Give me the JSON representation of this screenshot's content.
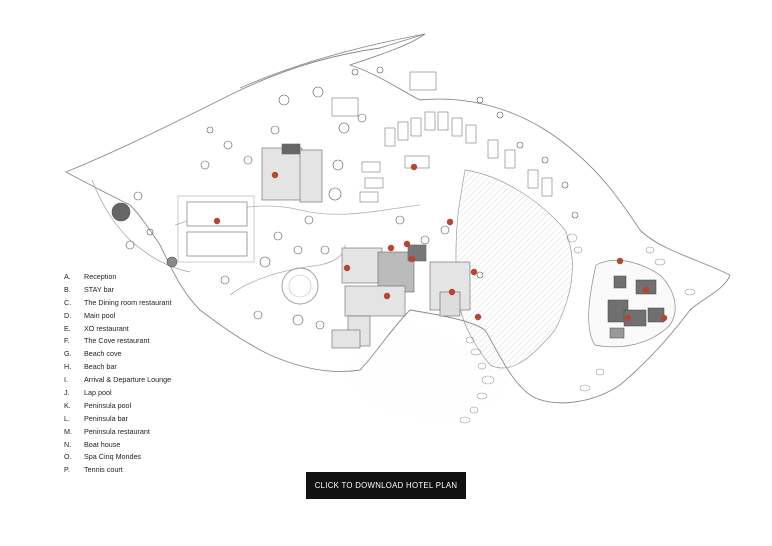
{
  "legend": [
    {
      "letter": "A.",
      "name": "Reception"
    },
    {
      "letter": "B.",
      "name": "STAY bar"
    },
    {
      "letter": "C.",
      "name": "The Dining room restaurant"
    },
    {
      "letter": "D.",
      "name": "Main pool"
    },
    {
      "letter": "E.",
      "name": "XO restaurant"
    },
    {
      "letter": "F.",
      "name": "The Cove restaurant"
    },
    {
      "letter": "G.",
      "name": "Beach cove"
    },
    {
      "letter": "H.",
      "name": "Beach bar"
    },
    {
      "letter": "I.",
      "name": "Arrival & Departure Lounge"
    },
    {
      "letter": "J.",
      "name": "Lap pool"
    },
    {
      "letter": "K.",
      "name": "Peninsula pool"
    },
    {
      "letter": "L.",
      "name": "Peninsula bar"
    },
    {
      "letter": "M.",
      "name": "Peninsula restaurant"
    },
    {
      "letter": "N.",
      "name": "Boat house"
    },
    {
      "letter": "O.",
      "name": "Spa Cinq Mondes"
    },
    {
      "letter": "P.",
      "name": "Tennis court"
    }
  ],
  "download_button": {
    "label": "CLICK TO DOWNLOAD HOTEL PLAN"
  },
  "colors": {
    "marker": "#b8452d",
    "land_outline": "#8a8a8a",
    "building": "#7a7a7a",
    "button": "#111111"
  }
}
